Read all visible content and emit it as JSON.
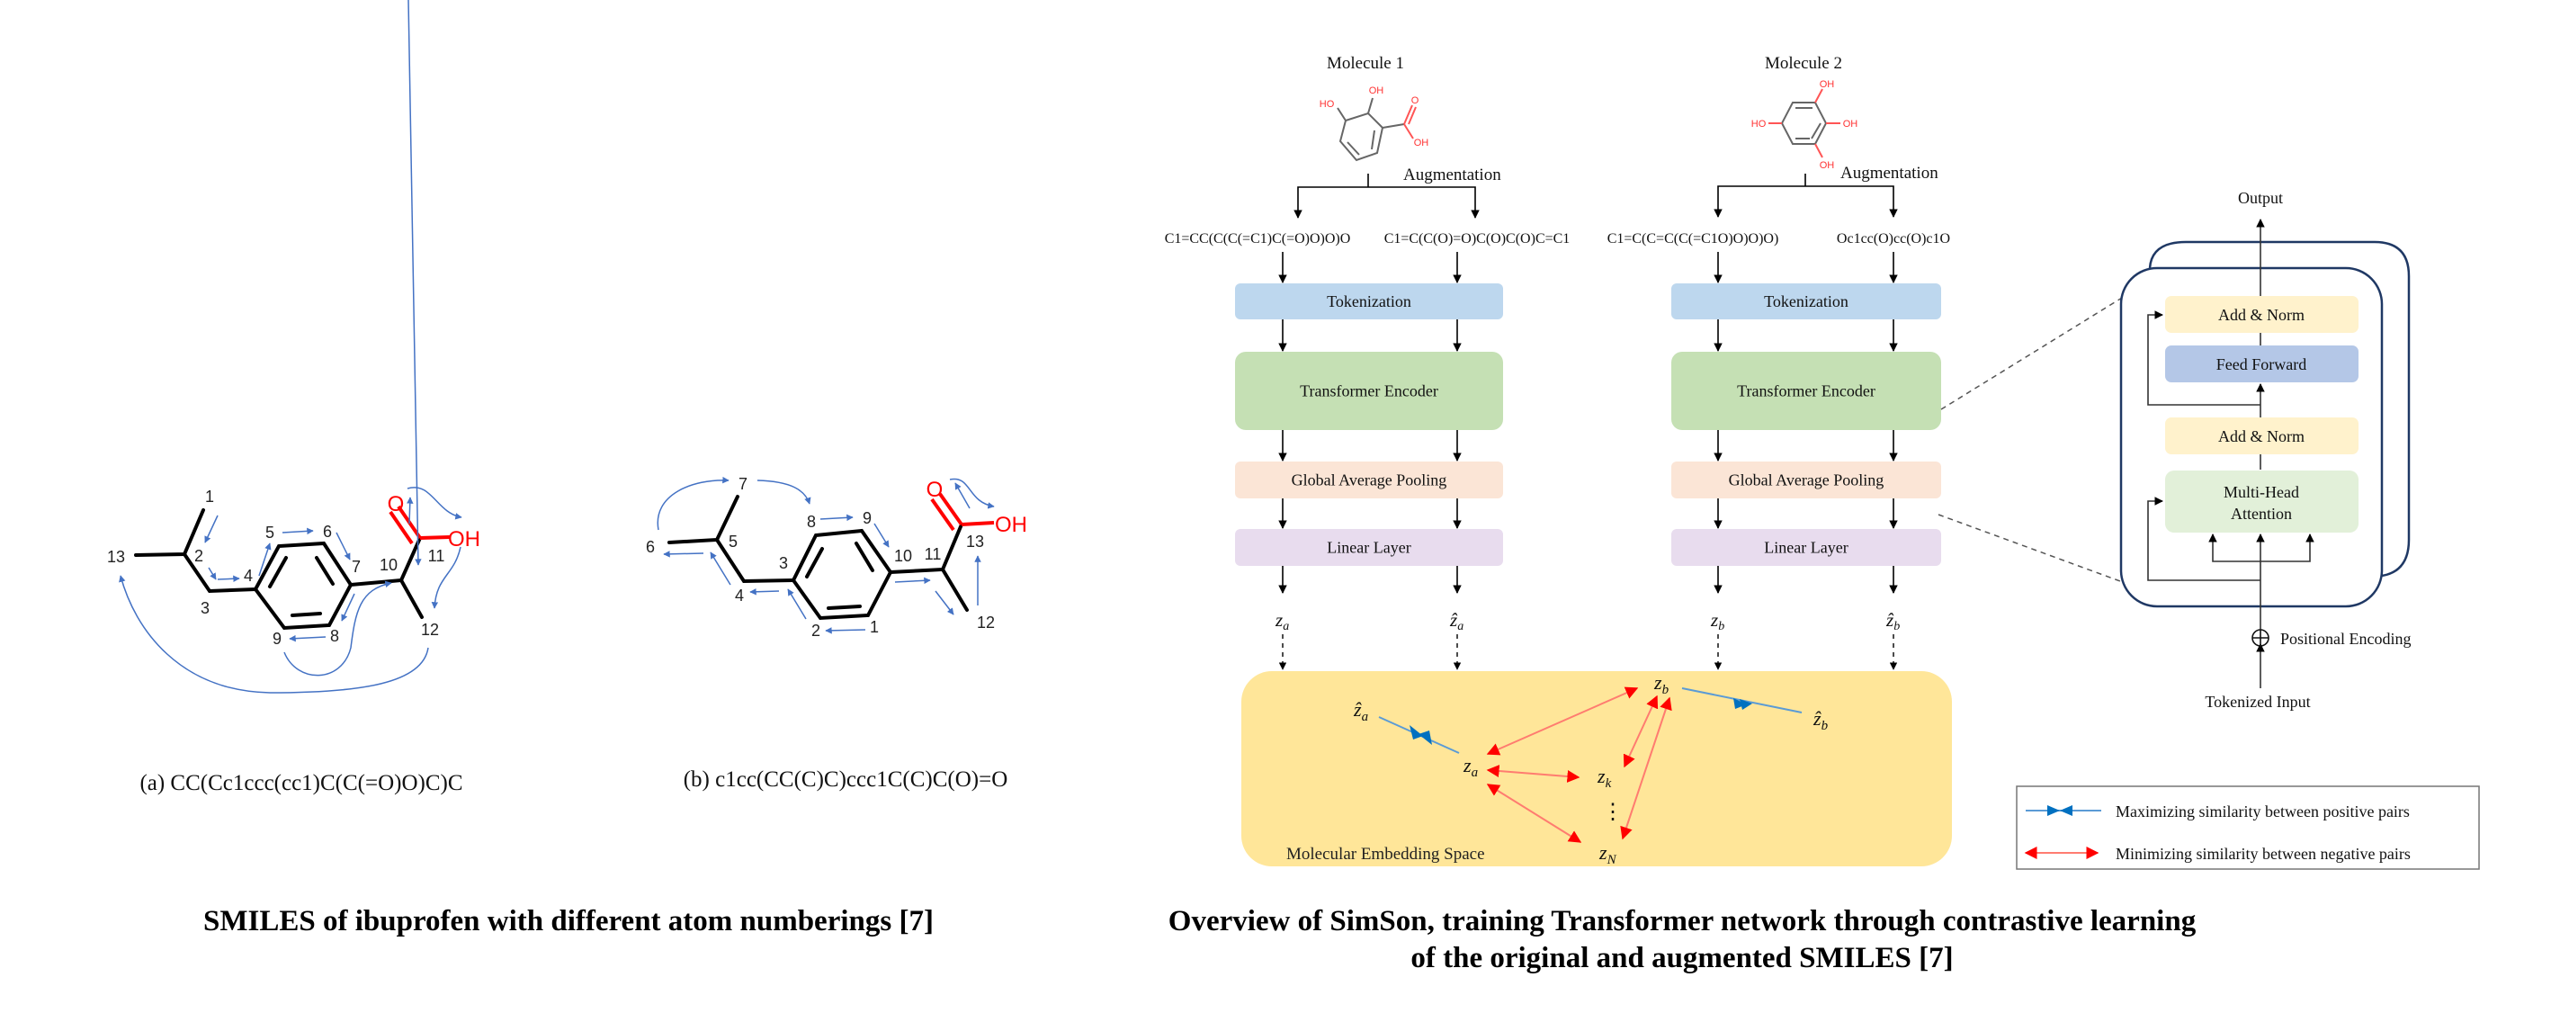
{
  "left_panel": {
    "figure_a": {
      "caption": "(a) CC(Cc1ccc(cc1)C(C(=O)O)C)C",
      "atom_labels": [
        "1",
        "2",
        "3",
        "4",
        "5",
        "6",
        "7",
        "8",
        "9",
        "10",
        "11",
        "12",
        "13"
      ],
      "oxygen_label": "O",
      "hydroxyl_label": "OH"
    },
    "figure_b": {
      "caption": "(b) c1cc(CC(C)C)ccc1C(C)C(O)=O",
      "atom_labels": [
        "1",
        "2",
        "3",
        "4",
        "5",
        "6",
        "7",
        "8",
        "9",
        "10",
        "11",
        "12",
        "13"
      ],
      "oxygen_label": "O",
      "hydroxyl_label": "OH"
    },
    "title": "SMILES of ibuprofen with different atom numberings [7]"
  },
  "right_panel": {
    "molecules": [
      {
        "label": "Molecule 1",
        "augmentation_label": "Augmentation",
        "smiles": [
          "C1=CC(C(C(=C1)C(=O)O)O)O",
          "C1=C(C(O)=O)C(O)C(O)C=C1"
        ],
        "atom_labels": [
          "HO",
          "OH",
          "O",
          "OH"
        ]
      },
      {
        "label": "Molecule 2",
        "augmentation_label": "Augmentation",
        "smiles": [
          "C1=C(C=C(C(=C1O)O)O)O)",
          "Oc1cc(O)cc(O)c1O"
        ],
        "atom_labels": [
          "OH",
          "HO",
          "OH",
          "OH"
        ]
      }
    ],
    "layers": {
      "tokenization": "Tokenization",
      "transformer_encoder": "Transformer Encoder",
      "global_average_pooling": "Global Average Pooling",
      "linear_layer": "Linear Layer"
    },
    "outputs": {
      "z_a": "z",
      "z_a_sub": "a",
      "z_a_hat": "ẑ",
      "z_b_sub": "b",
      "z_k_sub": "k",
      "z_N_sub": "N",
      "ellipsis": "⋮"
    },
    "embedding_space_label": "Molecular Embedding Space",
    "transformer_detail": {
      "output_label": "Output",
      "add_norm_top": "Add & Norm",
      "feed_forward": "Feed Forward",
      "add_norm_bottom": "Add & Norm",
      "mha_line1": "Multi-Head",
      "mha_line2": "Attention",
      "positional_encoding": "Positional Encoding",
      "tokenized_input": "Tokenized Input"
    },
    "legend": {
      "positive": "Maximizing similarity between positive pairs",
      "negative": "Minimizing similarity between negative pairs"
    },
    "title_line1": "Overview of SimSon, training Transformer network through contrastive learning",
    "title_line2": "of the original and augmented SMILES [7]"
  },
  "colors": {
    "tokenization": "#bdd7ee",
    "transformer_encoder": "#c5e0b4",
    "global_average_pooling": "#fbe5d6",
    "linear_layer": "#e8dcee",
    "embedding_space": "#ffe699",
    "add_norm": "#fff2cc",
    "feed_forward": "#b4c7e7",
    "mha": "#e2f0d9",
    "block_border": "#1f3864",
    "positive_arrow": "#0070c0",
    "positive_line": "#5b9bd5",
    "negative_arrow": "#ff0000",
    "negative_line": "#ff7c70",
    "atom_arrow": "#4472c4",
    "heteroatom": "#ff0000"
  }
}
